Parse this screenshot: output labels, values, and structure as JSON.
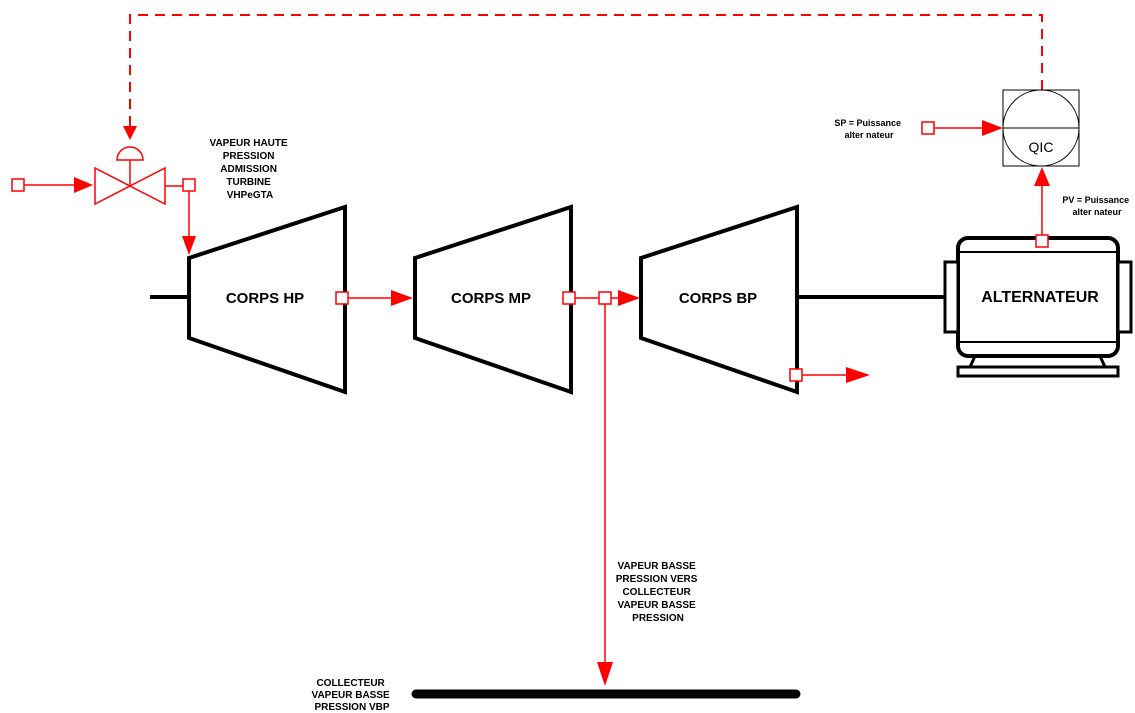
{
  "diagram": {
    "colors": {
      "signal": "#ff0000",
      "equipment": "#000000"
    },
    "turbines": [
      {
        "id": "hp",
        "label": "CORPS HP"
      },
      {
        "id": "mp",
        "label": "CORPS MP"
      },
      {
        "id": "bp",
        "label": "CORPS BP"
      }
    ],
    "alternator": {
      "label": "ALTERNATEUR"
    },
    "controller": {
      "label": "QIC"
    },
    "hp_steam_label": [
      "VAPEUR HAUTE",
      "PRESSION",
      "ADMISSION",
      "TURBINE",
      "VHPeGTA"
    ],
    "setpoint_label": [
      "SP = Puissance",
      "alter nateur"
    ],
    "process_value_label": [
      "PV = Puissance",
      "alter nateur"
    ],
    "lp_steam_label": [
      "VAPEUR BASSE",
      "PRESSION VERS",
      "COLLECTEUR",
      "VAPEUR BASSE",
      "PRESSION"
    ],
    "collector_label": [
      "COLLECTEUR",
      "VAPEUR BASSE",
      "PRESSION VBP"
    ]
  }
}
